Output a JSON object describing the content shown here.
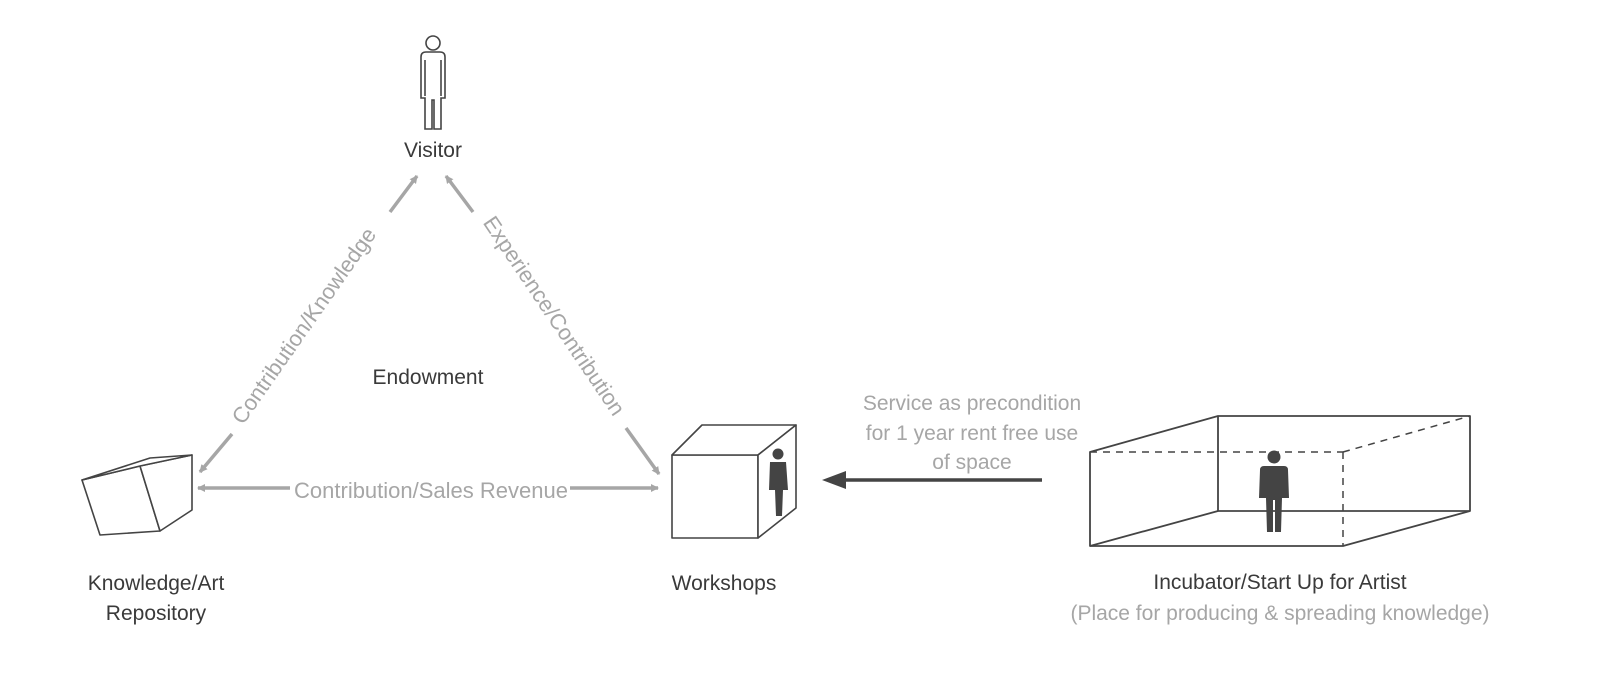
{
  "colors": {
    "dark": "#3a3a3a",
    "grey": "#a6a6a6",
    "figure": "#444444",
    "line": "#444444"
  },
  "icons": {
    "visitor": "person-outline-icon",
    "repository": "open-box-icon",
    "workshops": "cube-with-person-icon",
    "incubator": "wireframe-room-with-person-icon"
  },
  "nodes": {
    "visitor": {
      "label": "Visitor"
    },
    "repository": {
      "label_line1": "Knowledge/Art",
      "label_line2": "Repository"
    },
    "workshops": {
      "label": "Workshops"
    },
    "incubator": {
      "label": "Incubator/Start Up for Artist",
      "sublabel": "(Place for producing & spreading knowledge)"
    }
  },
  "center_label": "Endowment",
  "edges": {
    "repo_visitor": "Contribution/Knowledge",
    "visitor_workshops": "Experience/Contribution",
    "repo_workshops": "Contribution/Sales Revenue",
    "incubator_workshops": {
      "line1": "Service as precondition",
      "line2": "for 1 year rent free use",
      "line3": "of space"
    }
  }
}
